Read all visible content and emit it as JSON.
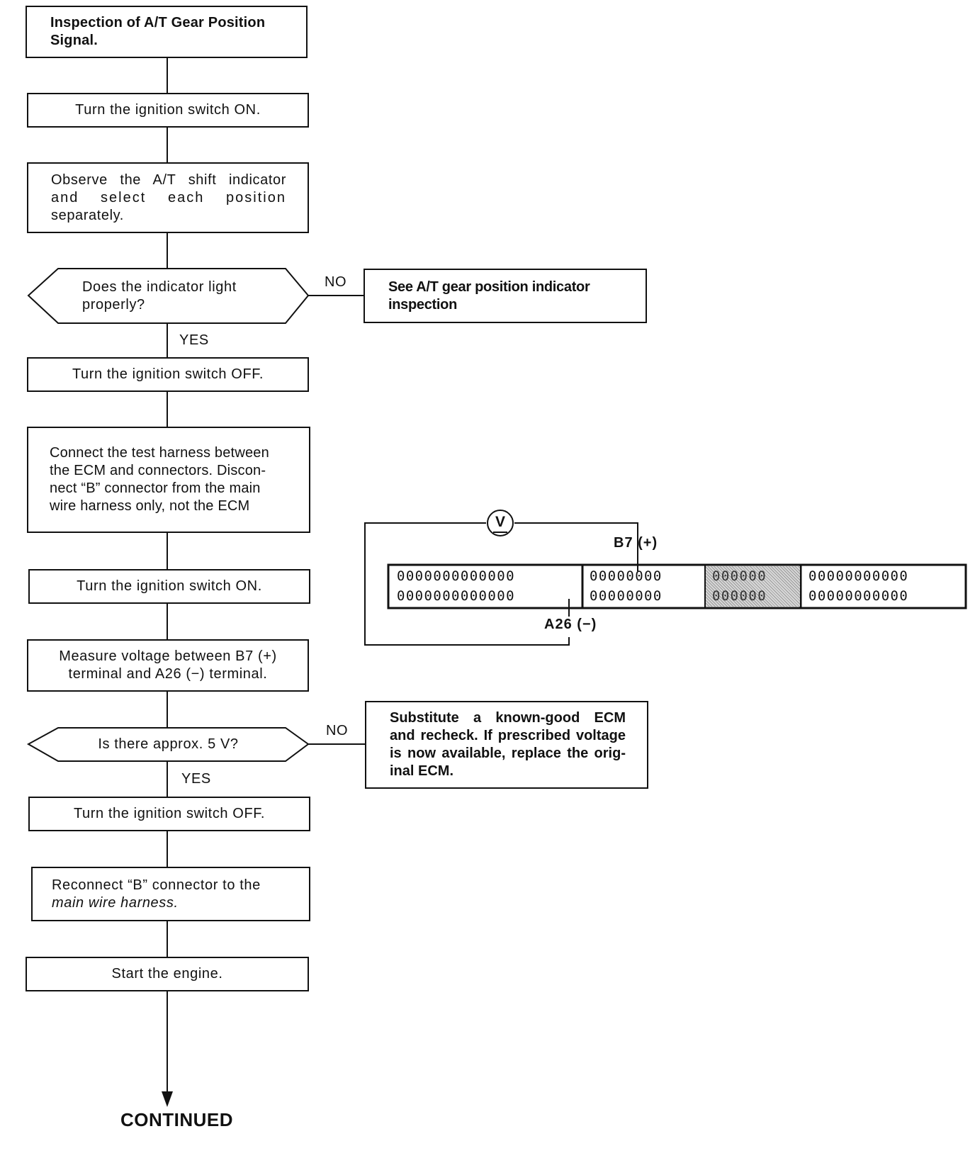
{
  "flow": {
    "title": "Inspection of A/T Gear Position Signal.",
    "step1": "Turn the ignition switch ON.",
    "step2_line1": "Observe the A/T shift indicator",
    "step2_line2": "and select each position",
    "step2_line3": "separately.",
    "decision1_line1": "Does the indicator light",
    "decision1_line2": "properly?",
    "decision1_no_label": "NO",
    "decision1_yes_label": "YES",
    "decision1_no_result": "See A/T gear position indicator inspection",
    "step3": "Turn the ignition switch OFF.",
    "step4_line1": "Connect the test harness between",
    "step4_line2": "the ECM and connectors. Discon-",
    "step4_line3": "nect “B” connector from the main",
    "step4_line4": "wire harness only, not the ECM",
    "step5": "Turn the ignition switch ON.",
    "step6_line1": "Measure voltage between B7 (+)",
    "step6_line2": "terminal and A26 (−) terminal.",
    "decision2": "Is there approx. 5 V?",
    "decision2_no_label": "NO",
    "decision2_yes_label": "YES",
    "decision2_no_result_line1": "Substitute a known-good ECM",
    "decision2_no_result_line2": "and recheck. If prescribed voltage",
    "decision2_no_result_line3": "is now available, replace the orig-",
    "decision2_no_result_line4": "inal ECM.",
    "step7": "Turn the ignition switch OFF.",
    "step8_line1": "Reconnect “B” connector to the",
    "step8_line2": "main wire harness.",
    "step9": "Start the engine.",
    "continued": "CONTINUED"
  },
  "connector_diagram": {
    "meter_symbol": "V",
    "positive_terminal": "B7 (+)",
    "negative_terminal": "A26 (−)",
    "section_a_row1": "0000000000000",
    "section_a_row2": "0000000000000",
    "section_b_row1": "00000000",
    "section_b_row2": "00000000",
    "section_c_row1": "000000",
    "section_c_row2": "000000",
    "section_d_row1": "00000000000",
    "section_d_row2": "00000000000"
  }
}
